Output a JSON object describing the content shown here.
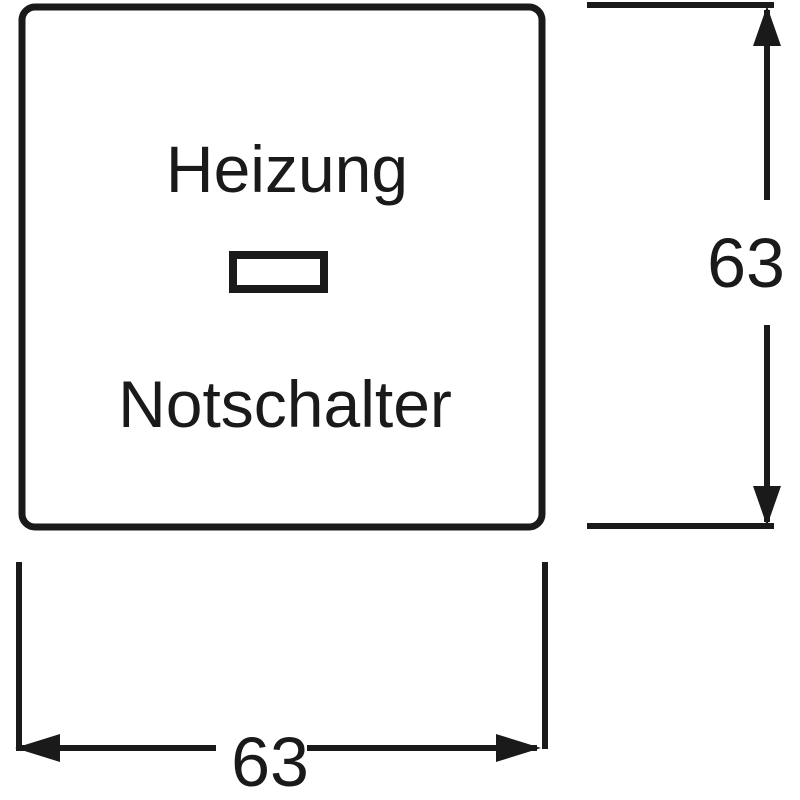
{
  "drawing": {
    "type": "technical-dimension-drawing",
    "plate": {
      "label_top": "Heizung",
      "label_bottom": "Notschalter"
    },
    "dimensions": {
      "height": "63",
      "width": "63"
    },
    "colors": {
      "ink": "#1a1a1a",
      "background": "#ffffff"
    }
  }
}
